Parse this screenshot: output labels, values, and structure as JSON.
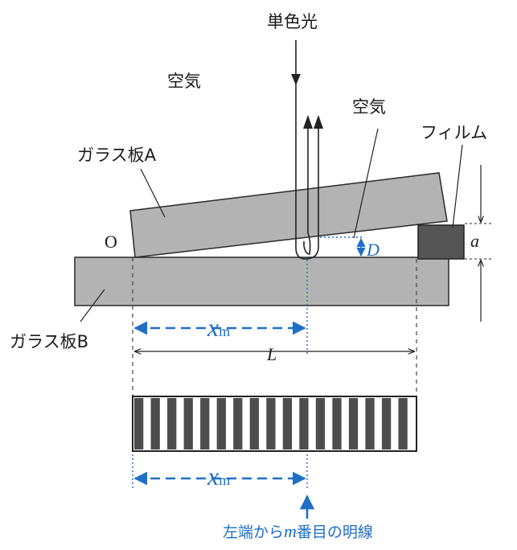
{
  "labels": {
    "light": "単色光",
    "air_outer": "空気",
    "air_gap": "空気",
    "film": "フィルム",
    "glass_a": "ガラス板A",
    "glass_b": "ガラス板B",
    "origin": "O",
    "d": "D",
    "a": "a",
    "l": "L",
    "xm_top": "x",
    "xm_top_sub": "m",
    "xm_bottom": "x",
    "xm_bottom_sub": "m",
    "fringe_caption_pre": "左端から",
    "fringe_caption_m": "m",
    "fringe_caption_post": "番目の明線"
  },
  "fringes": {
    "dark_band_count": 17
  },
  "colors": {
    "accent_blue": "#1f6fc7",
    "glass": "#b3b3b3",
    "film": "#555555",
    "fringe_dark": "#4d4d4d"
  }
}
